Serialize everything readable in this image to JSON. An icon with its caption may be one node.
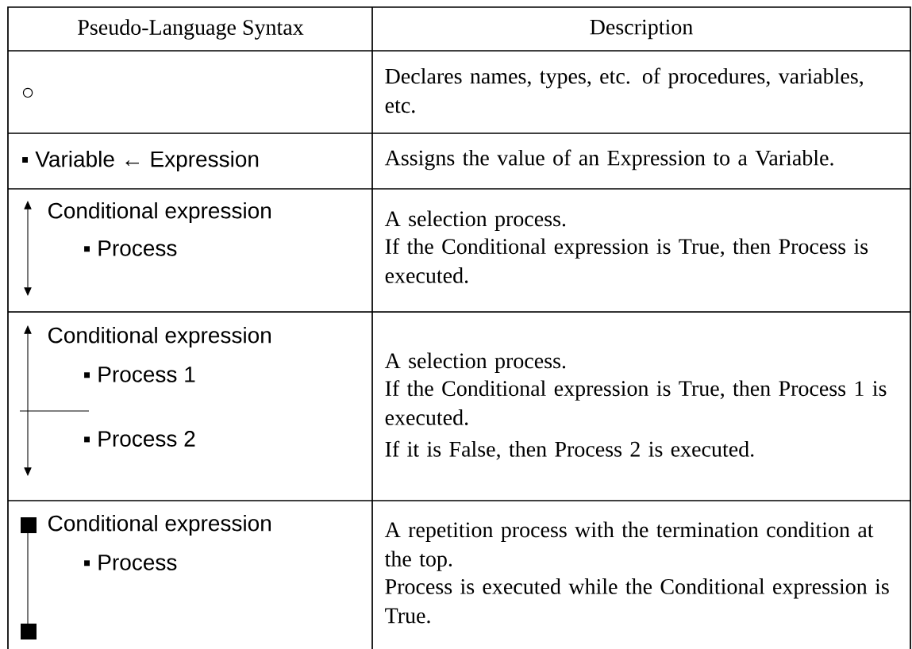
{
  "diagram": {
    "labels": [
      "Pseudo-Language Syntax",
      "Description",
      "○",
      "Declares names, types, etc. of procedures, variables, etc.",
      "▪ Variable ← Expression",
      "Assigns the value of an Expression to a Variable.",
      "Conditional expression",
      "▪ Process",
      "A selection process.",
      "If the Conditional expression is True, then Process is executed.",
      "Conditional expression",
      "▪ Process 1",
      "▪ Process 2",
      "A selection process.",
      "If the Conditional expression is True, then Process 1 is executed.",
      "If it is False, then Process 2 is executed.",
      "Conditional expression",
      "▪ Process",
      "A repetition process with the termination condition at the top.",
      "Process is executed while the Conditional expression is True."
    ]
  }
}
